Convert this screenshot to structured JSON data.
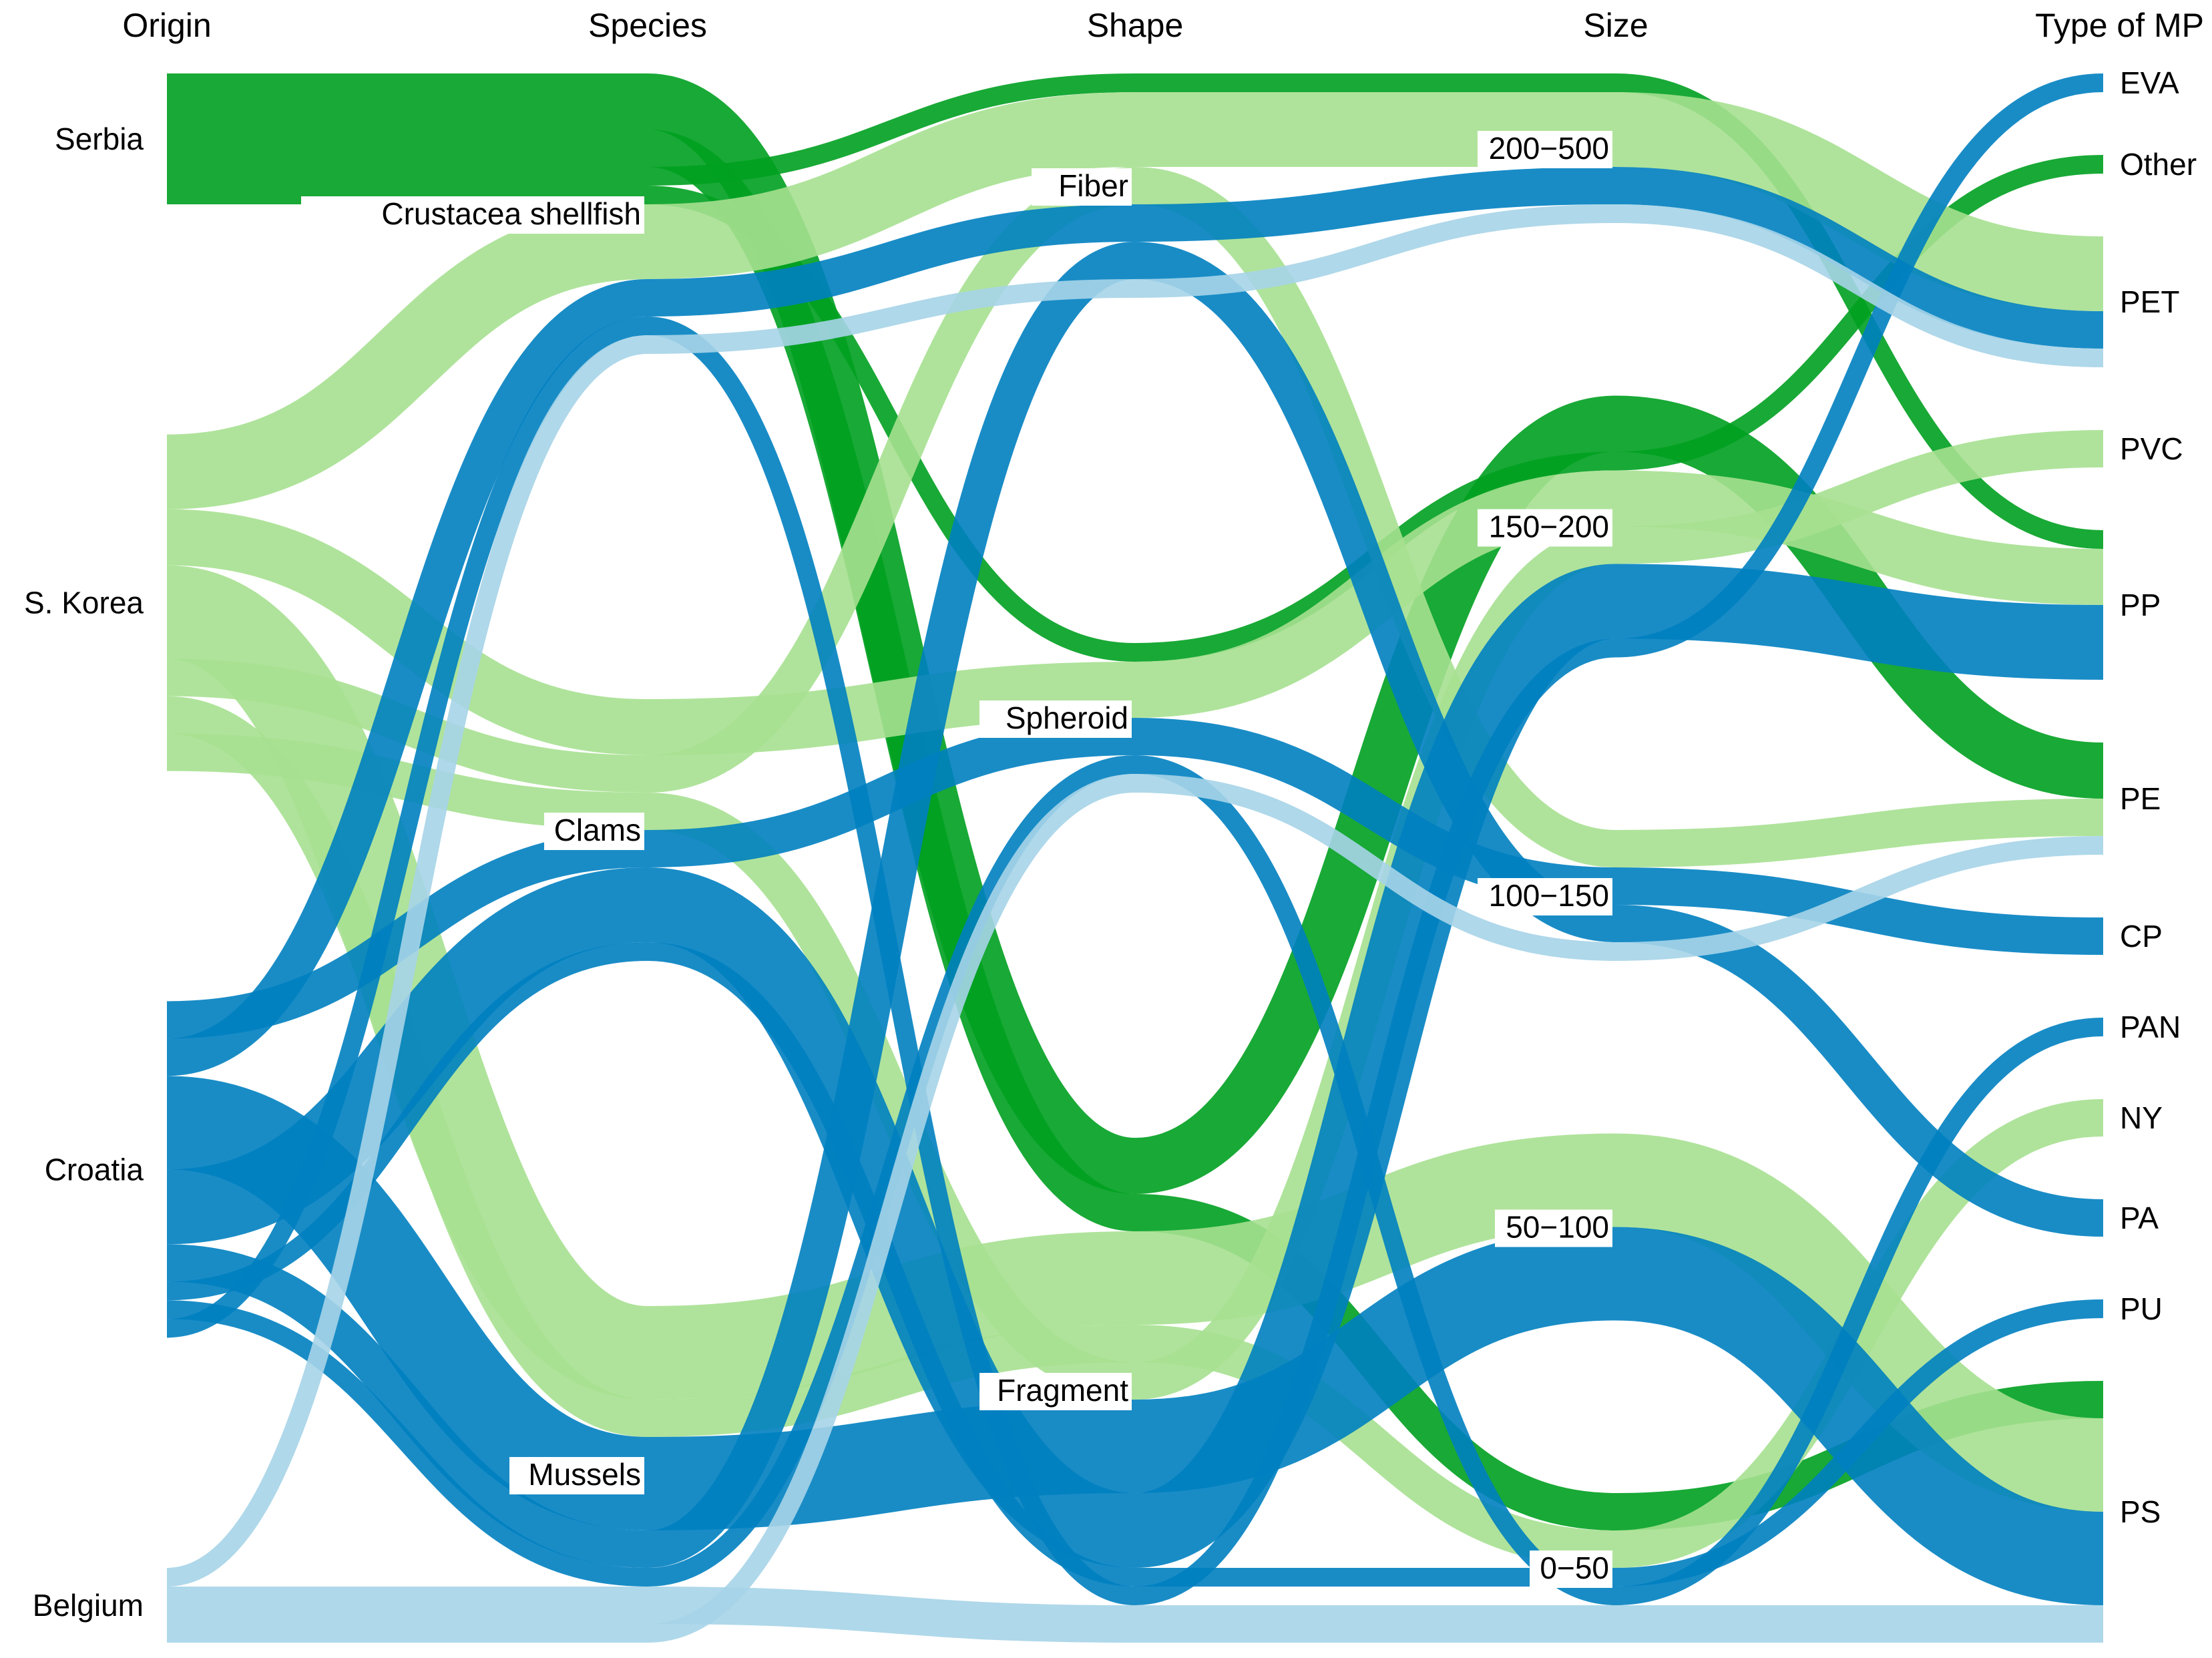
{
  "chart_data": {
    "type": "alluvial",
    "axes": [
      "Origin",
      "Species",
      "Shape",
      "Size",
      "Type of MP"
    ],
    "strata": {
      "Origin": [
        "Serbia",
        "S. Korea",
        "Croatia",
        "Belgium"
      ],
      "Species": [
        "Crustacea shellfish",
        "Clams",
        "Mussels"
      ],
      "Shape": [
        "Fiber",
        "Spheroid",
        "Fragment"
      ],
      "Size": [
        "200−500",
        "150−200",
        "100−150",
        "50−100",
        "0−50"
      ],
      "Type of MP": [
        "EVA",
        "Other",
        "PET",
        "PVC",
        "PP",
        "PE",
        "CP",
        "PAN",
        "NY",
        "PA",
        "PU",
        "PS"
      ]
    },
    "colors": {
      "Serbia": "#00a020",
      "S. Korea": "#a6e090",
      "Croatia": "#0080c0",
      "Belgium": "#a6d4e8"
    },
    "flows": [
      {
        "origin": "Serbia",
        "path": [
          "Serbia",
          "Crustacea shellfish",
          "Fragment",
          "150−200",
          "PE"
        ],
        "weight": 3
      },
      {
        "origin": "Serbia",
        "path": [
          "Serbia",
          "Crustacea shellfish",
          "Fragment",
          "0−50",
          "PS"
        ],
        "weight": 2
      },
      {
        "origin": "Serbia",
        "path": [
          "Serbia",
          "Crustacea shellfish",
          "Fiber",
          "200−500",
          "PP"
        ],
        "weight": 1
      },
      {
        "origin": "Serbia",
        "path": [
          "Serbia",
          "Crustacea shellfish",
          "Spheroid",
          "150−200",
          "Other"
        ],
        "weight": 1
      },
      {
        "origin": "S. Korea",
        "path": [
          "S. Korea",
          "Crustacea shellfish",
          "Fiber",
          "200−500",
          "PET"
        ],
        "weight": 4
      },
      {
        "origin": "S. Korea",
        "path": [
          "S. Korea",
          "Clams",
          "Spheroid",
          "150−200",
          "PP"
        ],
        "weight": 3
      },
      {
        "origin": "S. Korea",
        "path": [
          "S. Korea",
          "Mussels",
          "Fragment",
          "50−100",
          "PS"
        ],
        "weight": 5
      },
      {
        "origin": "S. Korea",
        "path": [
          "S. Korea",
          "Clams",
          "Fiber",
          "100−150",
          "PE"
        ],
        "weight": 2
      },
      {
        "origin": "S. Korea",
        "path": [
          "S. Korea",
          "Mussels",
          "Fragment",
          "0−50",
          "NY"
        ],
        "weight": 2
      },
      {
        "origin": "S. Korea",
        "path": [
          "S. Korea",
          "Clams",
          "Fragment",
          "150−200",
          "PVC"
        ],
        "weight": 2
      },
      {
        "origin": "Croatia",
        "path": [
          "Croatia",
          "Clams",
          "Spheroid",
          "100−150",
          "CP"
        ],
        "weight": 2
      },
      {
        "origin": "Croatia",
        "path": [
          "Croatia",
          "Crustacea shellfish",
          "Fiber",
          "200−500",
          "PET"
        ],
        "weight": 2
      },
      {
        "origin": "Croatia",
        "path": [
          "Croatia",
          "Mussels",
          "Fragment",
          "50−100",
          "PS"
        ],
        "weight": 5
      },
      {
        "origin": "Croatia",
        "path": [
          "Croatia",
          "Clams",
          "Fragment",
          "150−200",
          "PP"
        ],
        "weight": 4
      },
      {
        "origin": "Croatia",
        "path": [
          "Croatia",
          "Mussels",
          "Fiber",
          "100−150",
          "PA"
        ],
        "weight": 2
      },
      {
        "origin": "Croatia",
        "path": [
          "Croatia",
          "Clams",
          "Fragment",
          "0−50",
          "PU"
        ],
        "weight": 1
      },
      {
        "origin": "Croatia",
        "path": [
          "Croatia",
          "Mussels",
          "Spheroid",
          "0−50",
          "PAN"
        ],
        "weight": 1
      },
      {
        "origin": "Croatia",
        "path": [
          "Croatia",
          "Crustacea shellfish",
          "Fragment",
          "150−200",
          "EVA"
        ],
        "weight": 1
      },
      {
        "origin": "Belgium",
        "path": [
          "Belgium",
          "Crustacea shellfish",
          "Fiber",
          "200−500",
          "PET"
        ],
        "weight": 1
      },
      {
        "origin": "Belgium",
        "path": [
          "Belgium",
          "Mussels",
          "Fragment",
          "0−50",
          "PS"
        ],
        "weight": 2
      },
      {
        "origin": "Belgium",
        "path": [
          "Belgium",
          "Mussels",
          "Spheroid",
          "100−150",
          "PE"
        ],
        "weight": 1
      }
    ]
  }
}
